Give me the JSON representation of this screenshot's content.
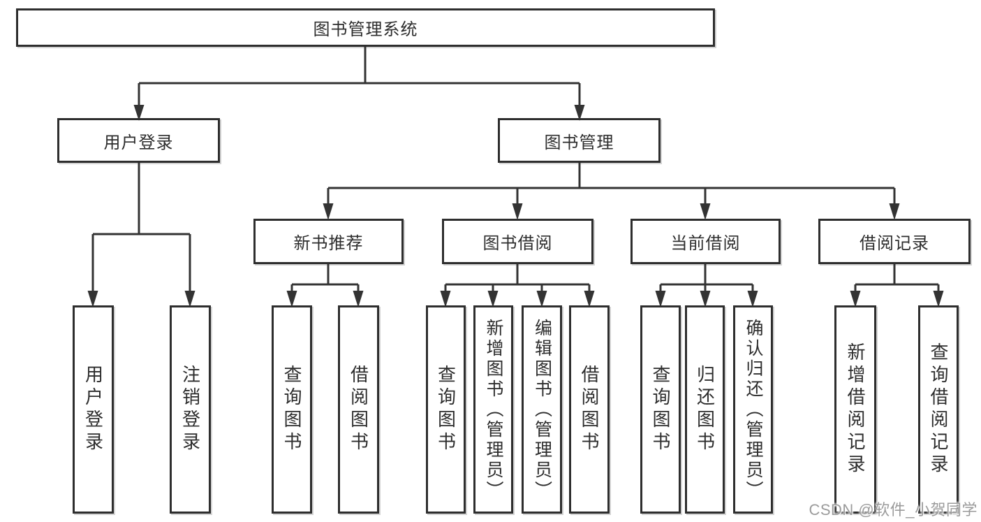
{
  "colors": {
    "background": "#ffffff",
    "line": "#333333",
    "box_border": "#2e2e2e",
    "text": "#2d2d2d",
    "watermark": "#9b9b9b"
  },
  "diagram": {
    "root": {
      "label": "图书管理系统"
    },
    "level1": {
      "user_login": {
        "label": "用户登录"
      },
      "book_management": {
        "label": "图书管理"
      }
    },
    "user_login_children": [
      {
        "label": "用户登录"
      },
      {
        "label": "注销登录"
      }
    ],
    "level2": {
      "new_book_recommend": {
        "label": "新书推荐"
      },
      "book_borrow": {
        "label": "图书借阅"
      },
      "current_borrow": {
        "label": "当前借阅"
      },
      "borrow_record": {
        "label": "借阅记录"
      }
    },
    "new_book_recommend_children": [
      {
        "label": "查询图书"
      },
      {
        "label": "借阅图书"
      }
    ],
    "book_borrow_children": [
      {
        "label": "查询图书"
      },
      {
        "label": "新增图书（管理员）"
      },
      {
        "label": "编辑图书（管理员）"
      },
      {
        "label": "借阅图书"
      }
    ],
    "current_borrow_children": [
      {
        "label": "查询图书"
      },
      {
        "label": "归还图书"
      },
      {
        "label": "确认归还（管理员）"
      }
    ],
    "borrow_record_children": [
      {
        "label": "新增借阅记录"
      },
      {
        "label": "查询借阅记录"
      }
    ]
  },
  "watermark": {
    "text": "CSDN @软件_小贺同学"
  }
}
